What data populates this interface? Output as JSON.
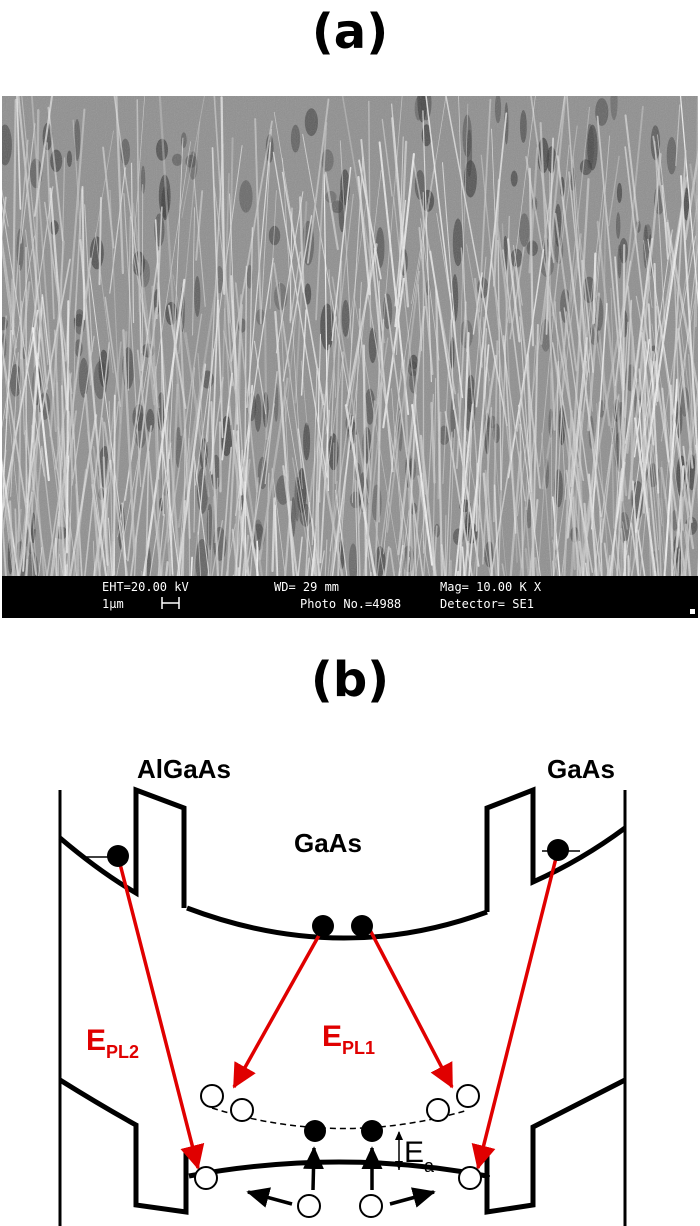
{
  "panel_a": {
    "label": "(a)",
    "sem_info": {
      "eht": "EHT=20.00 kV",
      "wd": "WD=  29 mm",
      "mag": "Mag= 10.00 K X",
      "scale": "1µm",
      "photo": "Photo No.=4988",
      "detector": "Detector= SE1"
    }
  },
  "panel_b": {
    "label": "(b)",
    "left_material": "AlGaAs",
    "right_material": "GaAs",
    "center_material": "GaAs",
    "epl2_main": "E",
    "epl2_sub": "PL2",
    "epl1_main": "E",
    "epl1_sub": "PL1",
    "ea_main": "E",
    "ea_sub": "a",
    "arrow_color": "#e00000"
  }
}
